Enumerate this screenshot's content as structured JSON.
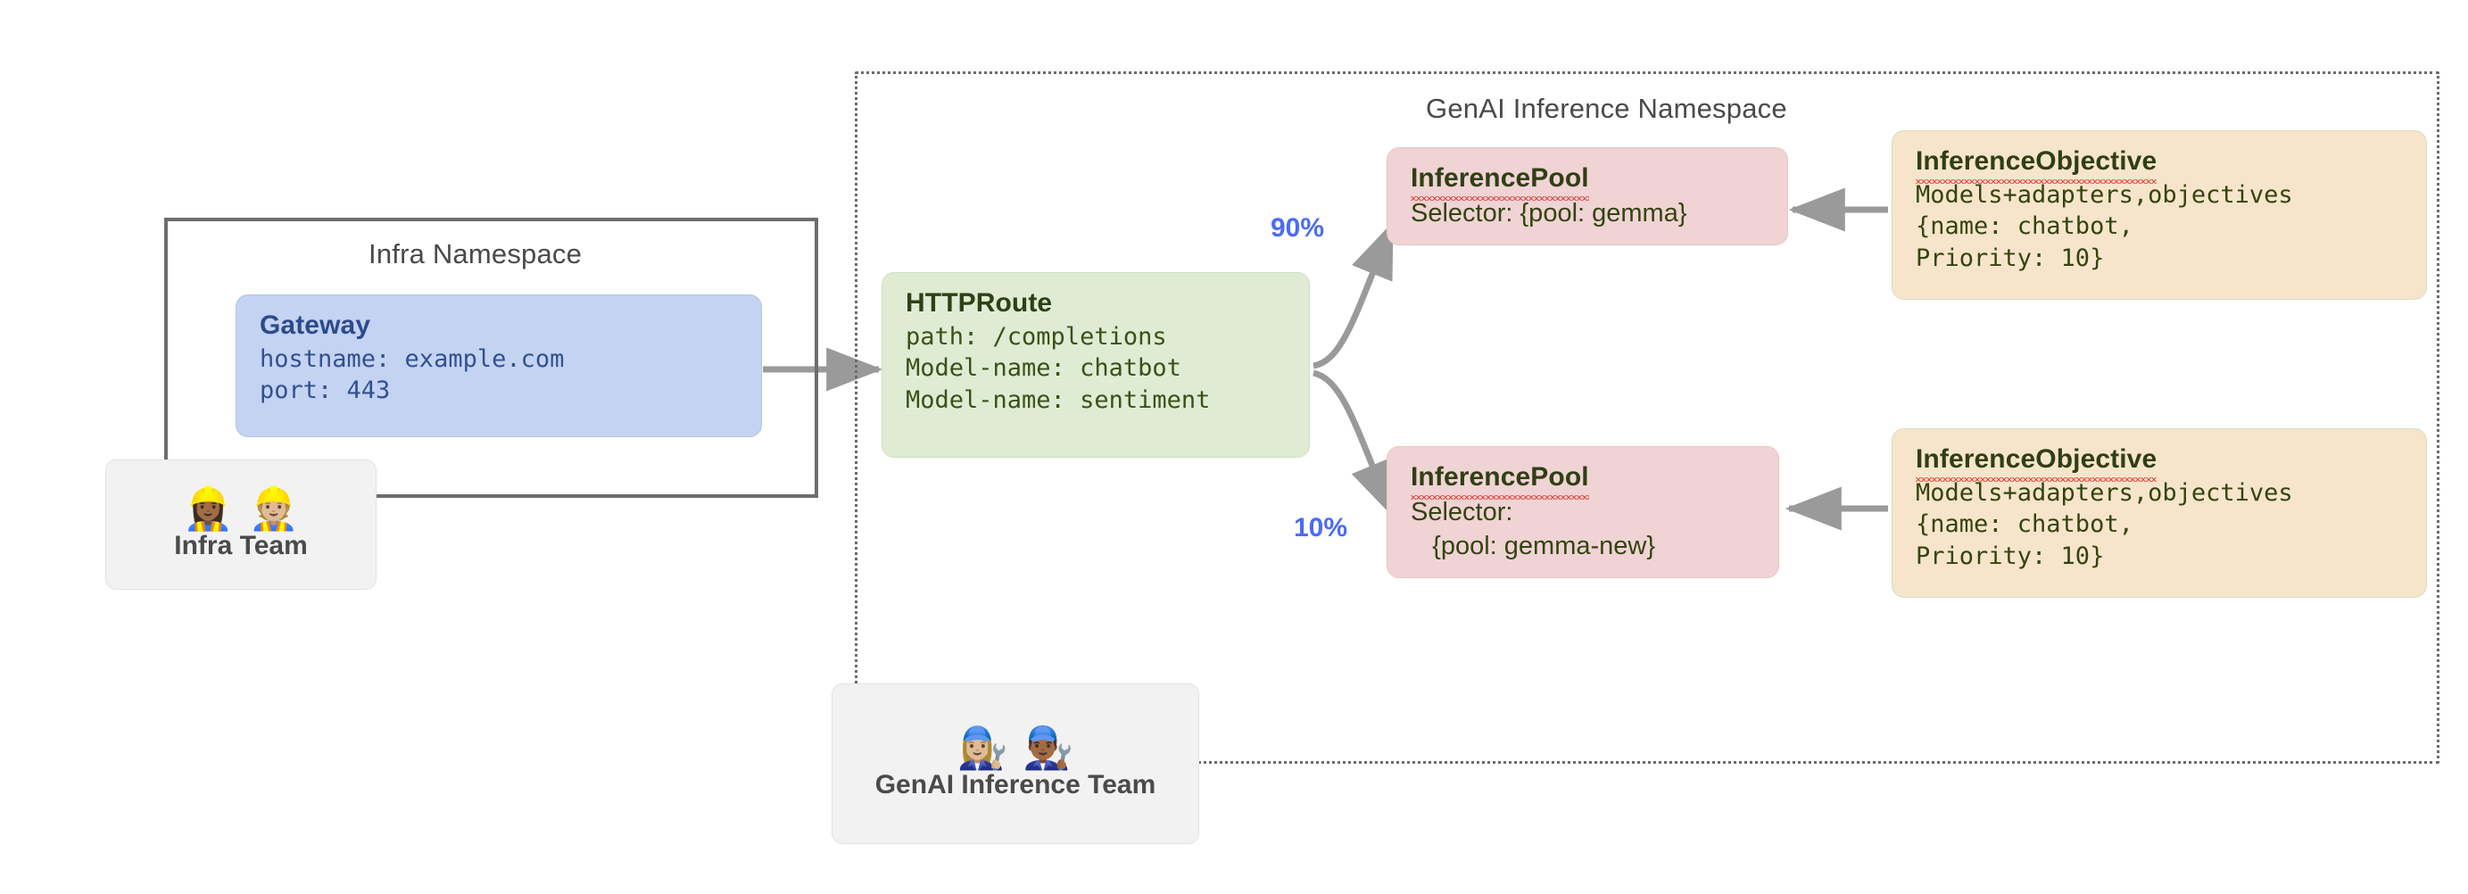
{
  "diagram": {
    "title_infra_namespace": "Infra Namespace",
    "title_genai_namespace": "GenAI Inference Namespace"
  },
  "gateway": {
    "title": "Gateway",
    "line1": "hostname: example.com",
    "line2": "port: 443"
  },
  "httproute": {
    "title": "HTTPRoute",
    "line1": "path: /completions",
    "line2": "Model-name: chatbot",
    "line3": "Model-name: sentiment"
  },
  "pools": [
    {
      "title": "InferencePool",
      "line1": "Selector: {pool: gemma}",
      "line2": "",
      "weight": "90%"
    },
    {
      "title": "InferencePool",
      "line1": "Selector:",
      "line2": "   {pool: gemma-new}",
      "weight": "10%"
    }
  ],
  "objectives": [
    {
      "title": "InferenceObjective",
      "line1": "Models+adapters,objectives",
      "line2": "{name: chatbot,",
      "line3": "Priority: 10}"
    },
    {
      "title": "InferenceObjective",
      "line1": "Models+adapters,objectives",
      "line2": "{name: chatbot,",
      "line3": "Priority: 10}"
    }
  ],
  "teams": [
    {
      "label": "Infra Team",
      "emoji": "👷🏾‍♀️👷🏼"
    },
    {
      "label": "GenAI Inference Team",
      "emoji": "👩🏼‍🔧👨🏾‍🔧"
    }
  ],
  "colors": {
    "gateway_bg": "#c5d3f2",
    "route_bg": "#dfecd3",
    "pool_bg": "#f0d3d4",
    "objective_bg": "#f7e5cb",
    "edge": "#9a9a9a",
    "weight_text": "#4a6bf5",
    "namespace_border": "#6b6b6b"
  }
}
